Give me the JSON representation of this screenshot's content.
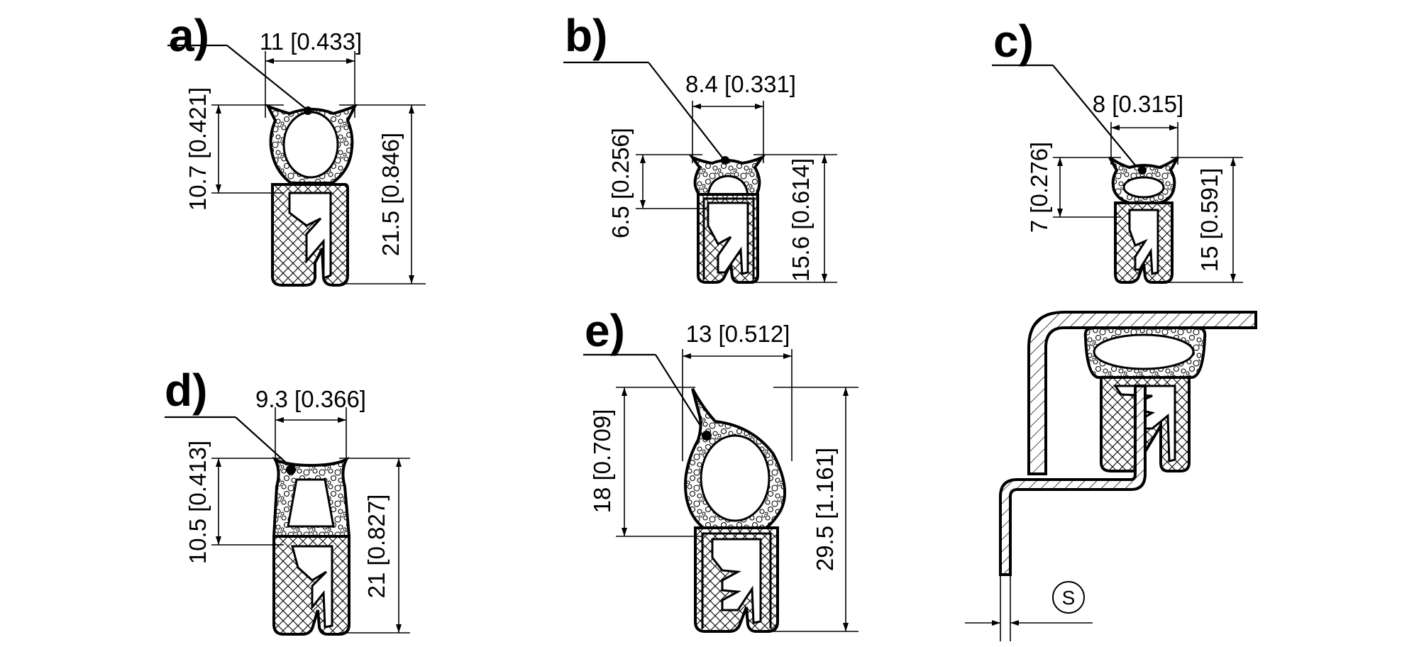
{
  "panels": {
    "a": {
      "label": "a)",
      "width_dim": "11 [0.433]",
      "bulb_dim": "10.7 [0.421]",
      "total_dim": "21.5 [0.846]"
    },
    "b": {
      "label": "b)",
      "width_dim": "8.4 [0.331]",
      "bulb_dim": "6.5 [0.256]",
      "total_dim": "15.6 [0.614]"
    },
    "c": {
      "label": "c)",
      "width_dim": "8 [0.315]",
      "bulb_dim": "7 [0.276]",
      "total_dim": "15 [0.591]"
    },
    "d": {
      "label": "d)",
      "width_dim": "9.3 [0.366]",
      "bulb_dim": "10.5 [0.413]",
      "total_dim": "21 [0.827]"
    },
    "e": {
      "label": "e)",
      "width_dim": "13 [0.512]",
      "bulb_dim": "18 [0.709]",
      "total_dim": "29.5 [1.161]"
    }
  },
  "install": {
    "thickness_symbol": "S"
  }
}
